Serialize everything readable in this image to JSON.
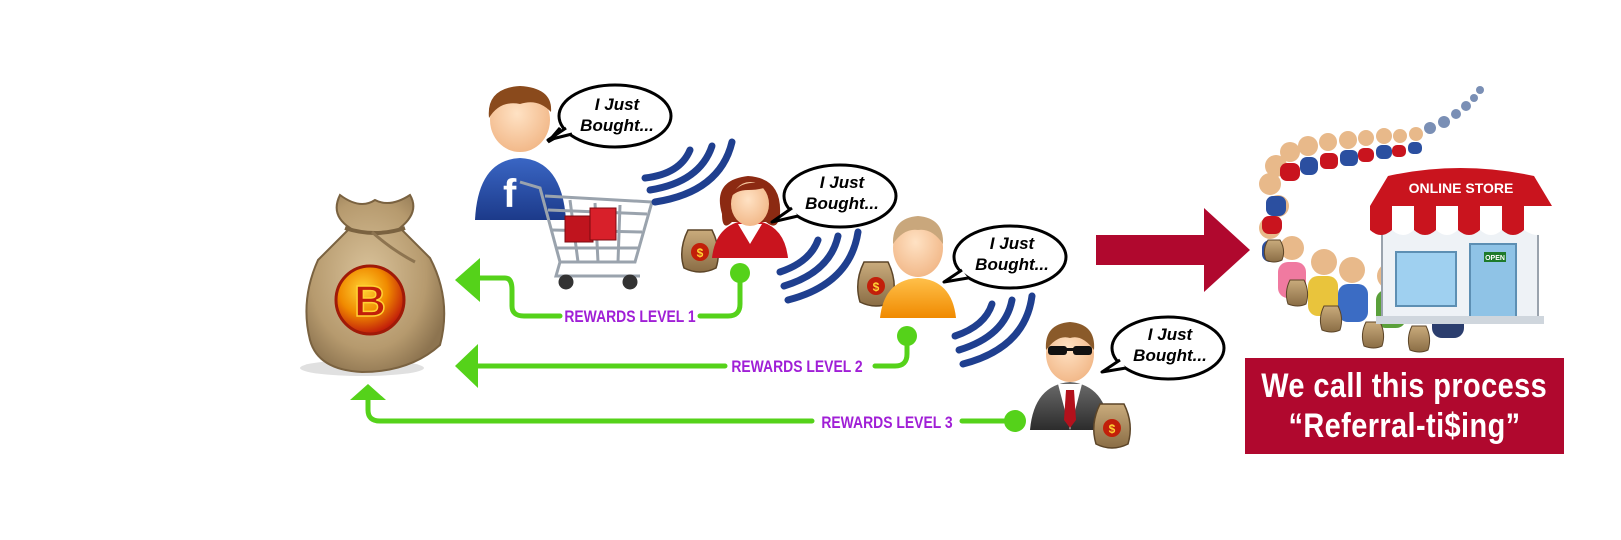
{
  "speech_bubbles": [
    {
      "line1": "I Just",
      "line2": "Bought..."
    },
    {
      "line1": "I Just",
      "line2": "Bought..."
    },
    {
      "line1": "I Just",
      "line2": "Bought..."
    },
    {
      "line1": "I Just",
      "line2": "Bought..."
    }
  ],
  "reward_levels": [
    {
      "label": "REWARDS LEVEL 1"
    },
    {
      "label": "REWARDS LEVEL 2"
    },
    {
      "label": "REWARDS LEVEL 3"
    }
  ],
  "money_bag": {
    "letter": "B",
    "coin_symbol": "$"
  },
  "store": {
    "sign": "ONLINE STORE",
    "open_sign": "OPEN"
  },
  "caption": {
    "line1": "We call this process",
    "line2": "“Referral-ti$ing”"
  },
  "facebook_letter": "f",
  "colors": {
    "connector_green": "#55d21a",
    "label_purple": "#a01fd6",
    "arrow_crimson": "#b0082e",
    "caption_bg": "#b0082e",
    "wifi_blue": "#1f3f8f",
    "burlap": "#b69a6e"
  },
  "icons": [
    "money-bag-icon",
    "facebook-user-icon",
    "shopping-cart-icon",
    "woman-user-icon",
    "bald-user-icon",
    "businessman-icon",
    "wifi-signal-icon",
    "online-store-icon",
    "crowd-icon"
  ]
}
